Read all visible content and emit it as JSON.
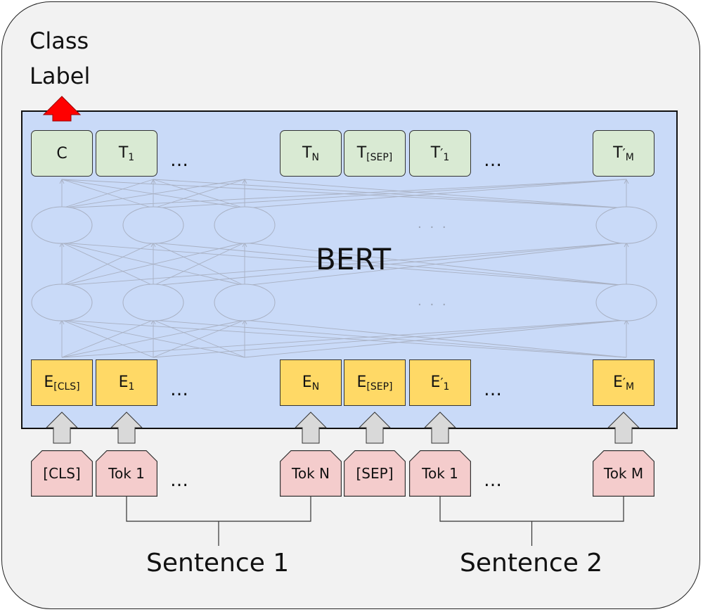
{
  "class_label": {
    "line1": "Class",
    "line2": "Label"
  },
  "bert_label": "BERT",
  "output_nodes": [
    {
      "base": "C",
      "sub": "",
      "prime": false
    },
    {
      "base": "T",
      "sub": "1",
      "prime": false
    },
    {
      "base": "T",
      "sub": "N",
      "prime": false
    },
    {
      "base": "T",
      "sub": "[SEP]",
      "prime": false
    },
    {
      "base": "T",
      "sub": "1",
      "prime": true
    },
    {
      "base": "T",
      "sub": "M",
      "prime": true
    }
  ],
  "embedding_nodes": [
    {
      "base": "E",
      "sub": "[CLS]",
      "prime": false
    },
    {
      "base": "E",
      "sub": "1",
      "prime": false
    },
    {
      "base": "E",
      "sub": "N",
      "prime": false
    },
    {
      "base": "E",
      "sub": "[SEP]",
      "prime": false
    },
    {
      "base": "E",
      "sub": "1",
      "prime": true
    },
    {
      "base": "E",
      "sub": "M",
      "prime": true
    }
  ],
  "token_nodes": [
    "[CLS]",
    "Tok 1",
    "Tok N",
    "[SEP]",
    "Tok 1",
    "Tok M"
  ],
  "ellipsis": "…",
  "faint_ellipsis": "· · ·",
  "sentences": [
    "Sentence 1",
    "Sentence 2"
  ],
  "colors": {
    "output": "#d9ead3",
    "embedding": "#ffd966",
    "token": "#f4cccc",
    "bert_box": "#c9daf8",
    "class_arrow": "#ff0000",
    "input_arrow": "#d9d9d9"
  }
}
